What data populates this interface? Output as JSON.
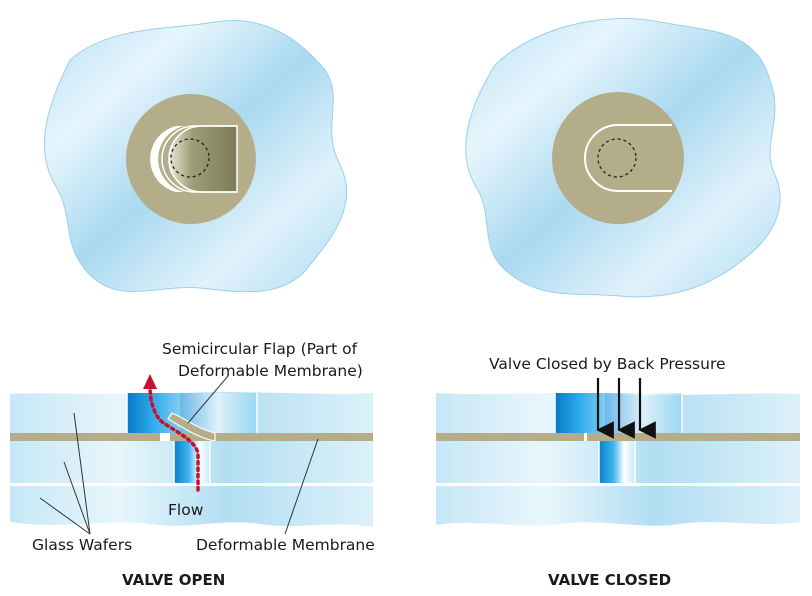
{
  "labels": {
    "flap_line1": "Semicircular Flap (Part of",
    "flap_line2": "Deformable Membrane)",
    "flow": "Flow",
    "glass_wafers": "Glass Wafers",
    "deformable_membrane": "Deformable Membrane",
    "back_pressure": "Valve Closed by Back Pressure"
  },
  "captions": {
    "open": "VALVE OPEN",
    "closed": "VALVE CLOSED"
  },
  "colors": {
    "glass_light": "#d6eef8",
    "glass_mid": "#a9d9f0",
    "membrane_tan": "#b4ad8a",
    "hole_olive": "#8a8a66",
    "channel_blue": "#1a9be0",
    "flow_red": "#c8102e"
  }
}
